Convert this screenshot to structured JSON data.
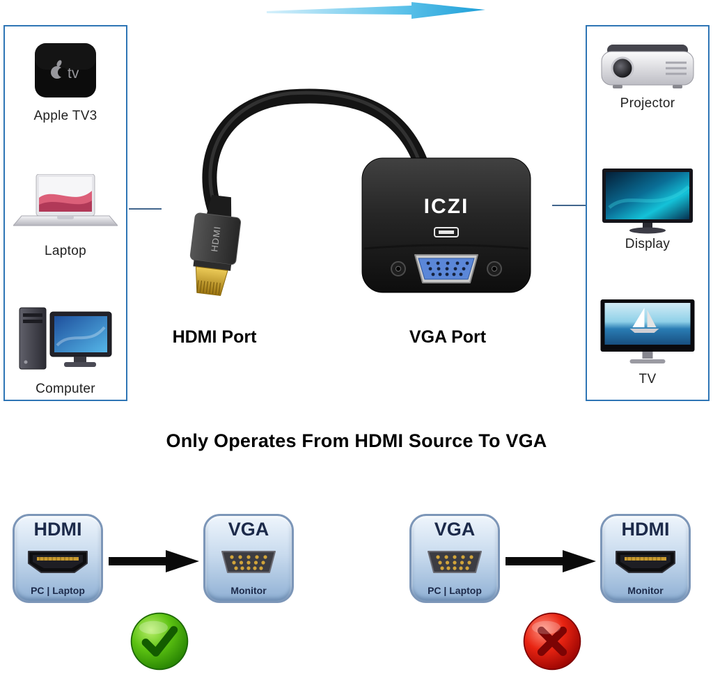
{
  "headline": {
    "text": "Only Operates From HDMI Source To VGA"
  },
  "left_panel": {
    "items": [
      {
        "label": "Apple TV3"
      },
      {
        "label": "Laptop"
      },
      {
        "label": "Computer"
      }
    ]
  },
  "right_panel": {
    "items": [
      {
        "label": "Projector"
      },
      {
        "label": "Display"
      },
      {
        "label": "TV"
      }
    ]
  },
  "adapter": {
    "brand": "ICZI",
    "plug_text": "HDMI",
    "hdmi_port_label": "HDMI Port",
    "vga_port_label": "VGA Port"
  },
  "icons": {
    "apple_tv_text": "tv"
  },
  "flows": {
    "correct": {
      "source": {
        "title": "HDMI",
        "subtitle": "PC | Laptop"
      },
      "target": {
        "title": "VGA",
        "subtitle": "Monitor"
      },
      "status": "check"
    },
    "wrong": {
      "source": {
        "title": "VGA",
        "subtitle": "PC | Laptop"
      },
      "target": {
        "title": "HDMI",
        "subtitle": "Monitor"
      },
      "status": "cross"
    }
  },
  "colors": {
    "panel_border": "#2e75b5",
    "arrow_blue": "#1d9fd8",
    "check_green": "#2e9e00",
    "cross_red": "#d41000",
    "vga_blue": "#5b87d8"
  }
}
